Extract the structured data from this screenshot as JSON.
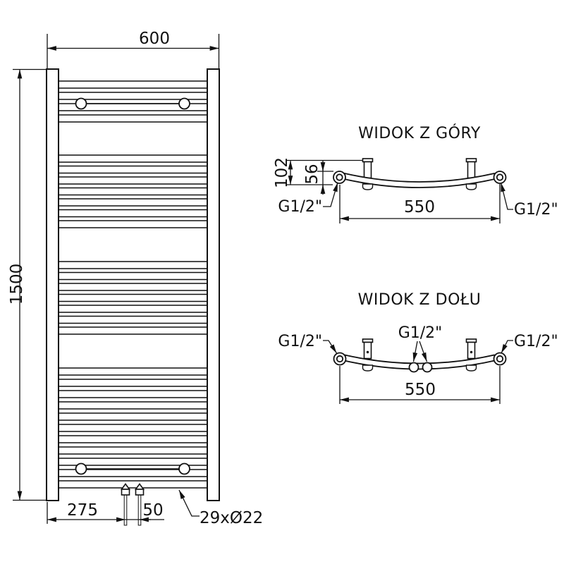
{
  "drawing": {
    "front_view": {
      "dim_width": "600",
      "dim_height": "1500",
      "dim_valve_offset": "275",
      "dim_valve_spacing": "50",
      "tube_count_label": "29xØ22"
    },
    "top_view": {
      "title": "WIDOK Z GÓRY",
      "dim_depth_total": "102",
      "dim_depth_end": "56",
      "dim_connection_spacing": "550",
      "conn_left": "G1/2\"",
      "conn_right": "G1/2\""
    },
    "bottom_view": {
      "title": "WIDOK Z DOŁU",
      "dim_connection_spacing": "550",
      "conn_left": "G1/2\"",
      "conn_center": "G1/2\"",
      "conn_right": "G1/2\""
    }
  }
}
